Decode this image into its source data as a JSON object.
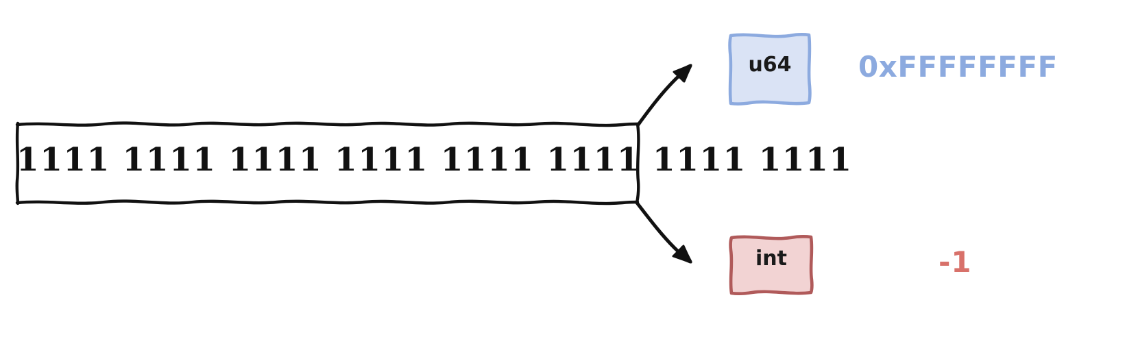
{
  "diagram": {
    "title": "bit pattern interpreted as two types",
    "background_color": "#ffffff",
    "bits": {
      "name": "bit-pattern",
      "text": "1111 1111 1111 1111 1111 1111 1111 1111",
      "group_count": 8,
      "bits_per_group": 4,
      "total_bits": 32,
      "stroke_color": "#111111"
    },
    "branches": [
      {
        "id": "u64",
        "box_label": "u64",
        "fill_color": "#dae3f5",
        "stroke_color": "#8caadf",
        "value_label": "0xFFFFFFFF",
        "value_color": "#8caadf",
        "arrow_color": "#111111"
      },
      {
        "id": "int",
        "box_label": "int",
        "fill_color": "#f2d3d3",
        "stroke_color": "#b05a5a",
        "value_label": "-1",
        "value_color": "#d8716a",
        "arrow_color": "#111111"
      }
    ]
  }
}
